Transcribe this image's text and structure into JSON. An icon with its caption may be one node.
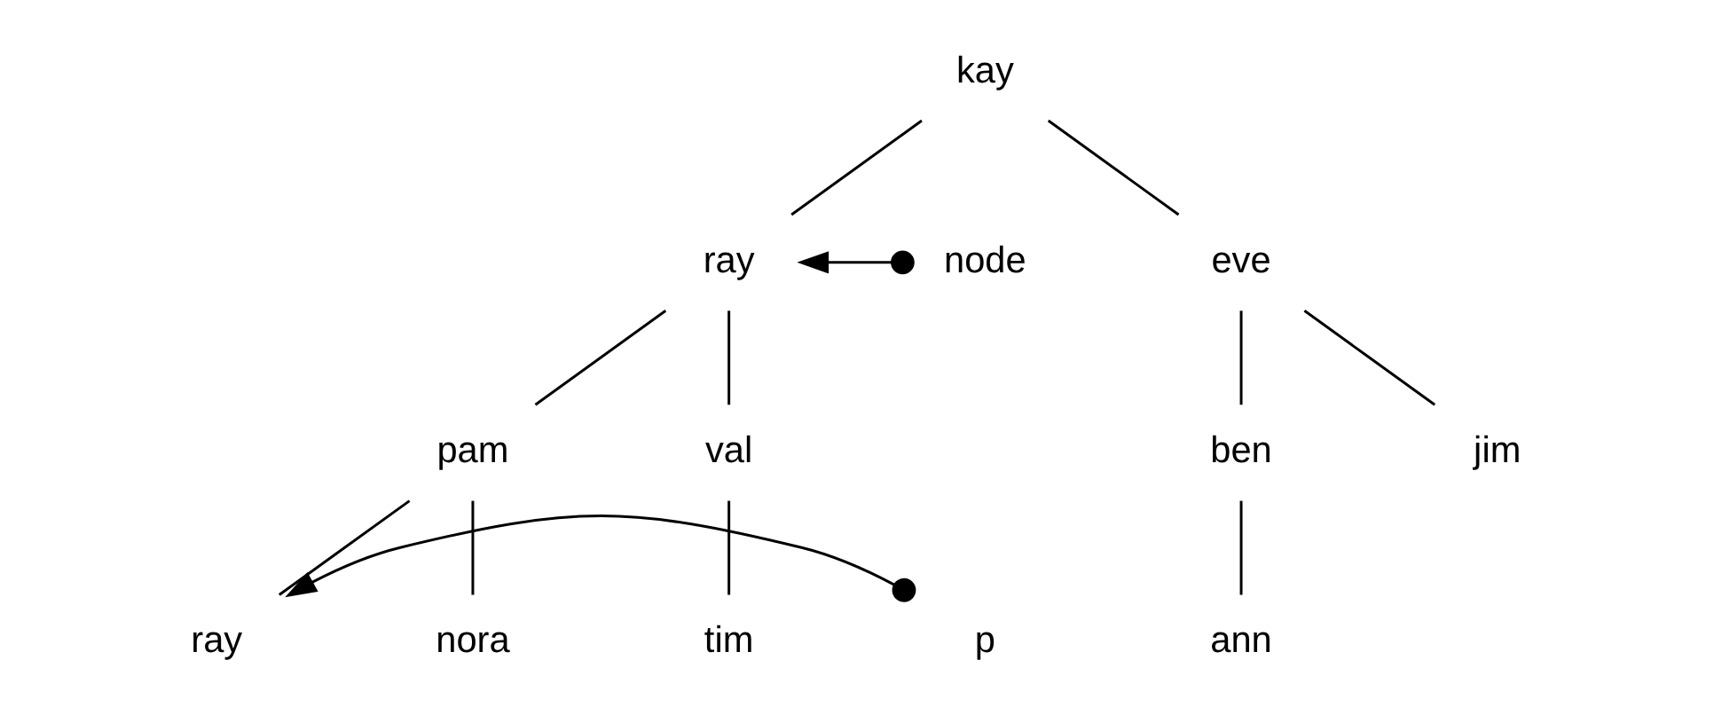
{
  "diagram": {
    "nodes": [
      {
        "text": [
          "kay"
        ]
      },
      {
        "text": [
          "eve"
        ]
      },
      {
        "text": [
          "ray"
        ]
      },
      {
        "text": [
          "ben"
        ]
      },
      {
        "text": [
          "jim"
        ]
      },
      {
        "text": [
          "pam"
        ]
      },
      {
        "text": [
          "val"
        ]
      },
      {
        "text": [
          "ann"
        ]
      },
      {
        "text": [
          "nora"
        ]
      },
      {
        "text": [
          "ray"
        ]
      },
      {
        "text": [
          "tim"
        ]
      },
      {
        "text": [
          "node"
        ]
      },
      {
        "text": [
          "p"
        ]
      }
    ],
    "edges": [
      {
        "from": 0,
        "to": 1,
        "arrow": "none"
      },
      {
        "from": 0,
        "to": 2,
        "arrow": "none"
      },
      {
        "from": 1,
        "to": 3,
        "arrow": "none"
      },
      {
        "from": 1,
        "to": 4,
        "arrow": "none"
      },
      {
        "from": 2,
        "to": 5,
        "arrow": "none"
      },
      {
        "from": 2,
        "to": 6,
        "arrow": "none"
      },
      {
        "from": 3,
        "to": 7,
        "arrow": "none"
      },
      {
        "from": 5,
        "to": 8,
        "arrow": "none"
      },
      {
        "from": 5,
        "to": 9,
        "arrow": "none"
      },
      {
        "from": 6,
        "to": 10,
        "arrow": "none"
      },
      {
        "from": 11,
        "to": 2,
        "arrow": "to"
      },
      {
        "from": 12,
        "to": 9,
        "arrow": "to"
      }
    ]
  }
}
